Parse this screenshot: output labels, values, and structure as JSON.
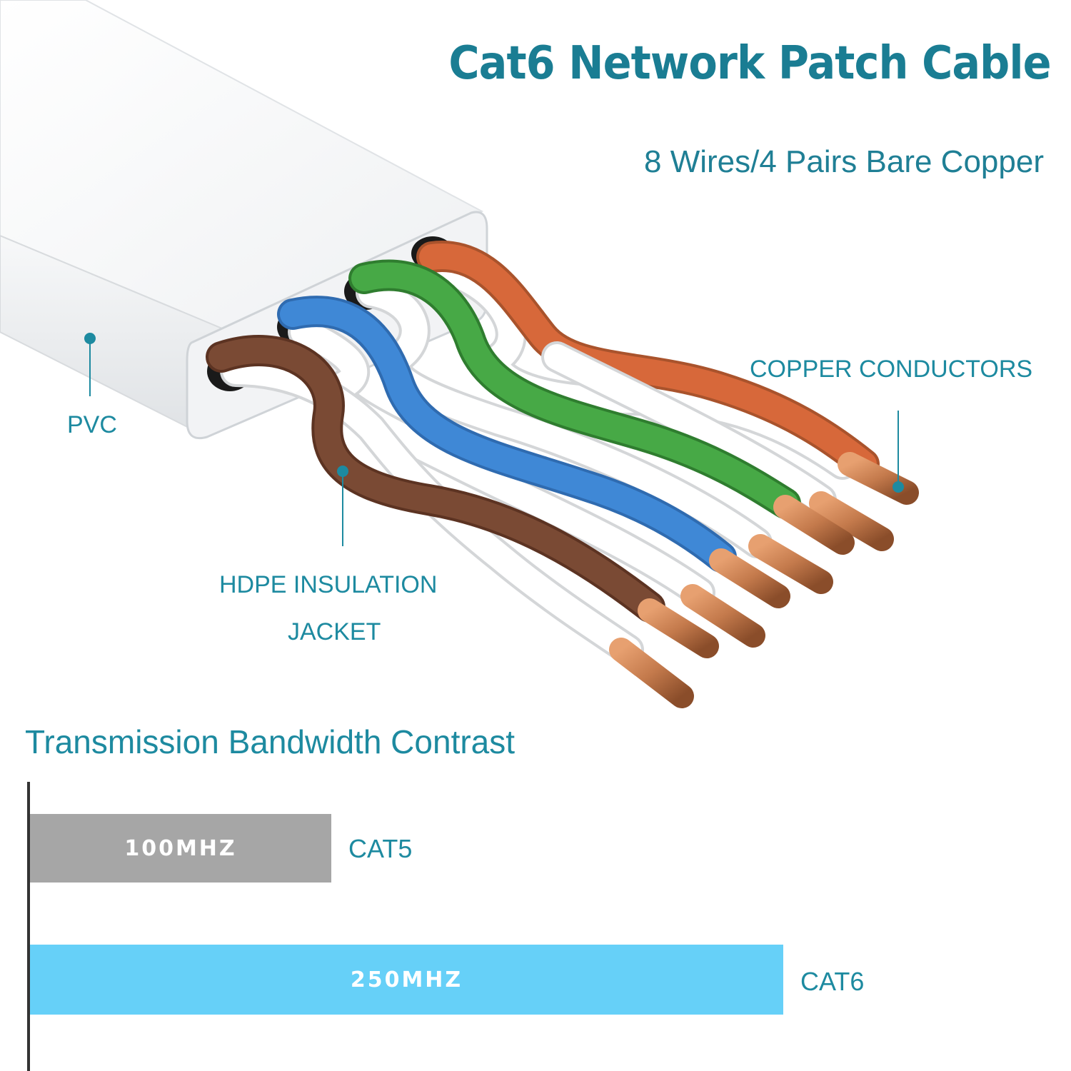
{
  "header": {
    "title": "Cat6 Network Patch Cable",
    "subtitle": "8 Wires/4 Pairs Bare Copper"
  },
  "callouts": {
    "pvc": "PVC",
    "copper_conductors": "COPPER CONDUCTORS",
    "hdpe_line1": "HDPE INSULATION",
    "hdpe_line2": "JACKET"
  },
  "colors": {
    "accent": "#1d8aa0",
    "title": "#1a7d93",
    "cat5_bar": "#a6a6a6",
    "cat6_bar": "#66d0f8",
    "wire_brown": "#7a4a34",
    "wire_blue": "#3f88d6",
    "wire_green": "#47a946",
    "wire_orange": "#d7683a",
    "copper": "#c47a4c"
  },
  "illustration": {
    "icon": "cat6-cable-cross-section-icon",
    "wires": [
      "brown",
      "white",
      "blue",
      "white",
      "green",
      "white",
      "orange",
      "white"
    ]
  },
  "chart_data": {
    "type": "bar",
    "title": "Transmission Bandwidth Contrast",
    "orientation": "horizontal",
    "categories": [
      "CAT5",
      "CAT6"
    ],
    "values": [
      100,
      250
    ],
    "value_labels": [
      "100MHZ",
      "250MHZ"
    ],
    "unit": "MHZ"
  }
}
